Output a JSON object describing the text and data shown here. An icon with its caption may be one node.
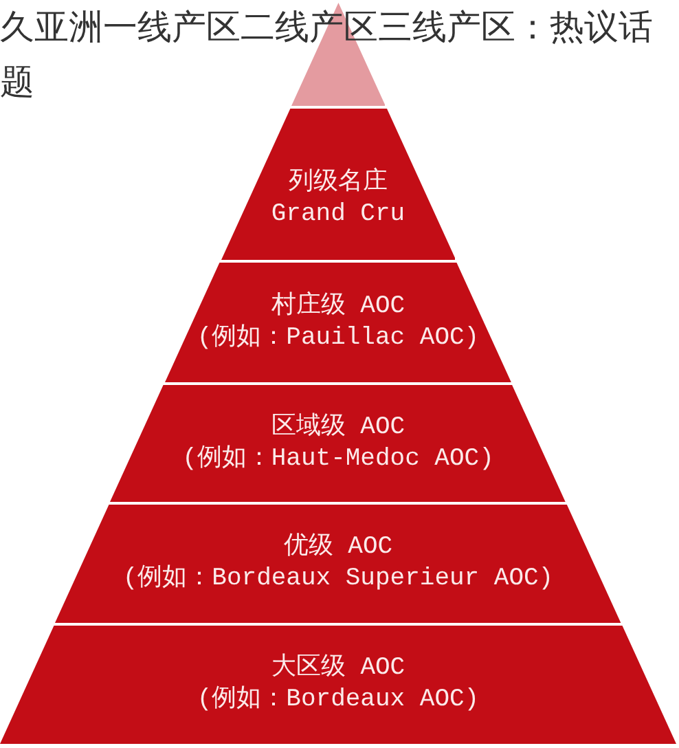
{
  "diagram": {
    "title": "久亚洲一线产区二线产区三线产区：热议话题",
    "nodes": [
      {
        "text": [],
        "shape": "triangle"
      },
      {
        "text": [
          "列级名庄",
          "Grand Cru"
        ]
      },
      {
        "text": [
          "村庄级 AOC",
          "(例如：Pauillac AOC)"
        ]
      },
      {
        "text": [
          "区域级 AOC",
          "(例如：Haut-Medoc AOC)"
        ]
      },
      {
        "text": [
          "优级 AOC",
          "(例如：Bordeaux Superieur AOC)"
        ]
      },
      {
        "text": [
          "大区级 AOC",
          "(例如：Bordeaux AOC)"
        ]
      }
    ],
    "edges": []
  }
}
